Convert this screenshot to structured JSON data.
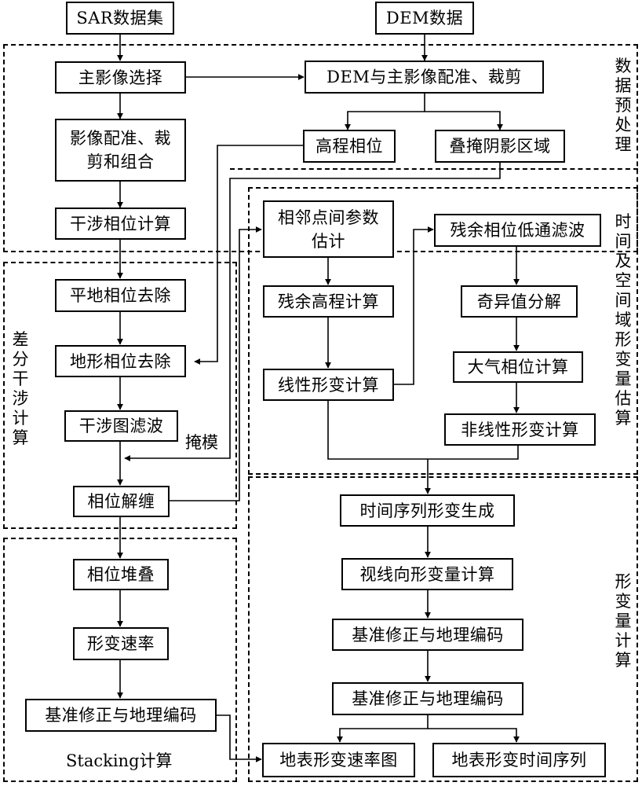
{
  "boxes": {
    "sar_dataset": "SAR数据集",
    "dem_data": "DEM数据",
    "master_select": "主影像选择",
    "dem_coreg": "DEM与主影像配准、裁剪",
    "img_coreg_line1": "影像配准、裁",
    "img_coreg_line2": "剪和组合",
    "elev_phase": "高程相位",
    "layover_shadow": "叠掩阴影区域",
    "interf_phase": "干涉相位计算",
    "neighbor_param_line1": "相邻点间参数",
    "neighbor_param_line2": "估计",
    "residual_lowpass": "残余相位低通滤波",
    "residual_height": "残余高程计算",
    "svd": "奇异值分解",
    "flat_earth_removal": "平地相位去除",
    "atmo_phase": "大气相位计算",
    "topo_phase_removal": "地形相位去除",
    "linear_deform": "线性形变计算",
    "interf_filter": "干涉图滤波",
    "nonlinear_deform": "非线性形变计算",
    "phase_unwrap": "相位解缠",
    "ts_generation": "时间序列形变生成",
    "stack": "相位堆叠",
    "los_deform": "视线向形变量计算",
    "deform_rate": "形变速率",
    "geocode_1": "基准修正与地理编码",
    "geocode_2": "基准修正与地理编码",
    "geocode_stacking": "基准修正与地理编码",
    "rate_map": "地表形变速率图",
    "ts_output": "地表形变时间序列"
  },
  "labels": {
    "mask": "掩模",
    "stacking": "Stacking计算"
  },
  "regions": {
    "preprocess": "数据预处理",
    "diff_interf": "差分干涉计算",
    "spatiotemporal": "时间及空间域形变量估算",
    "deformation": "形变量计算"
  }
}
